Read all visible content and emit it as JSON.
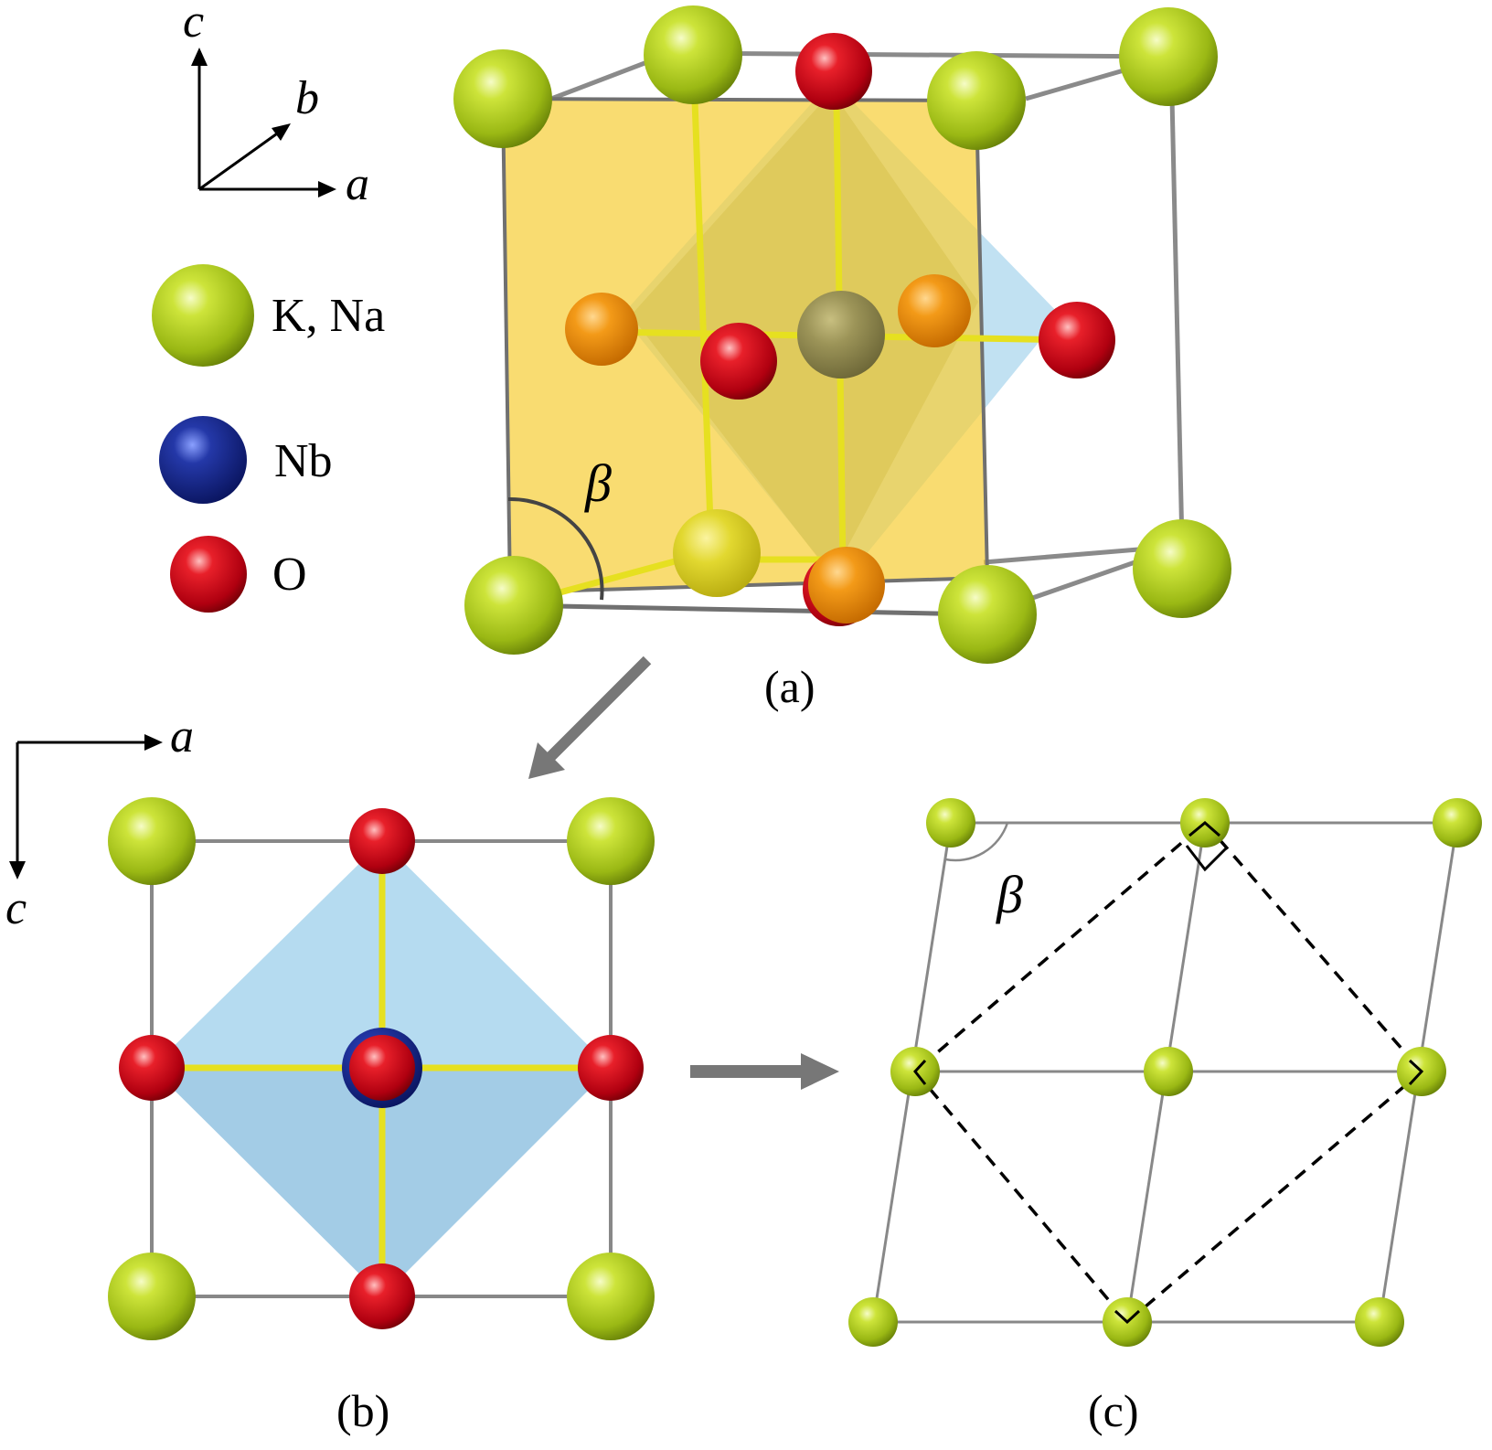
{
  "axes_a": {
    "c": "c",
    "b": "b",
    "a": "a"
  },
  "axes_b": {
    "a": "a",
    "c": "c"
  },
  "legend": [
    {
      "label": "K, Na",
      "color": "#b8d41c"
    },
    {
      "label": "Nb",
      "color": "#1a2a8c"
    },
    {
      "label": "O",
      "color": "#d8101a"
    }
  ],
  "angle_label": "β",
  "panels": {
    "a": "(a)",
    "b": "(b)",
    "c": "(c)"
  },
  "colors": {
    "k_na": "#b8d41c",
    "nb": "#1a2a8c",
    "o": "#d8101a",
    "o_back": "#f08a10",
    "face": "#f7cf3a",
    "octahedron": "#8ec8e8",
    "bond": "#e6e020",
    "edge": "#808080"
  }
}
